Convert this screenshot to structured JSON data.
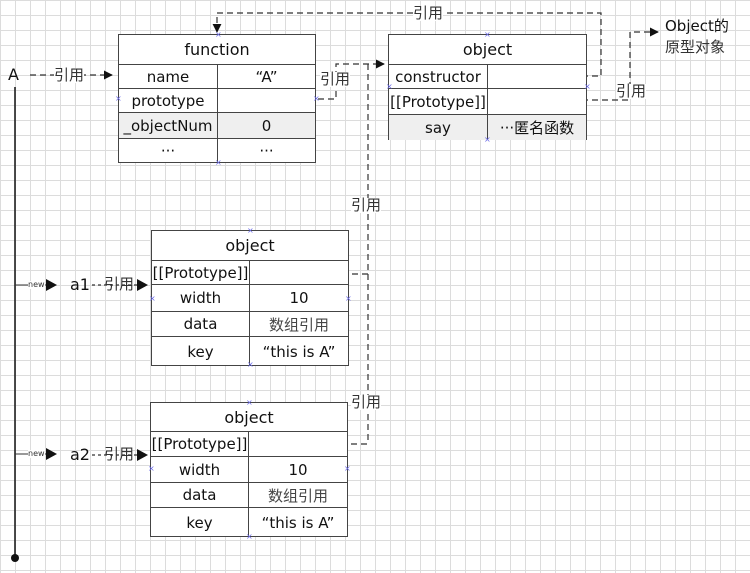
{
  "variable": {
    "name": "A",
    "ref_label": "引用"
  },
  "function_box": {
    "title": "function",
    "rows": [
      {
        "key": "name",
        "value": "“A”",
        "shaded": false
      },
      {
        "key": "prototype",
        "value": "",
        "shaded": false
      },
      {
        "key": "_objectNum",
        "value": "0",
        "shaded": true
      },
      {
        "key": "···",
        "value": "···",
        "shaded": false
      }
    ]
  },
  "prototype_box": {
    "title": "object",
    "rows": [
      {
        "key": "constructor",
        "value": "",
        "shaded": false
      },
      {
        "key": "[[Prototype]]",
        "value": "",
        "shaded": false
      },
      {
        "key": "say",
        "value": "···匿名函数",
        "shaded": true
      }
    ]
  },
  "object_prototype": {
    "line1": "Object的",
    "line2": "原型对象"
  },
  "instances": [
    {
      "name": "a1",
      "new_label": "new",
      "ref_label": "引用",
      "title": "object",
      "rows": [
        {
          "key": "[[Prototype]]",
          "value": ""
        },
        {
          "key": "width",
          "value": "10"
        },
        {
          "key": "data",
          "value": "数组引用"
        },
        {
          "key": "key",
          "value": "“this is A”"
        }
      ]
    },
    {
      "name": "a2",
      "new_label": "new",
      "ref_label": "引用",
      "title": "object",
      "rows": [
        {
          "key": "[[Prototype]]",
          "value": ""
        },
        {
          "key": "width",
          "value": "10"
        },
        {
          "key": "data",
          "value": "数组引用"
        },
        {
          "key": "key",
          "value": "“this is A”"
        }
      ]
    }
  ],
  "edge_labels": {
    "constructor_ref": "引用",
    "prototype_ref": "引用",
    "proto_to_object": "引用",
    "a1_proto_ref": "引用",
    "a2_proto_ref": "引用"
  }
}
